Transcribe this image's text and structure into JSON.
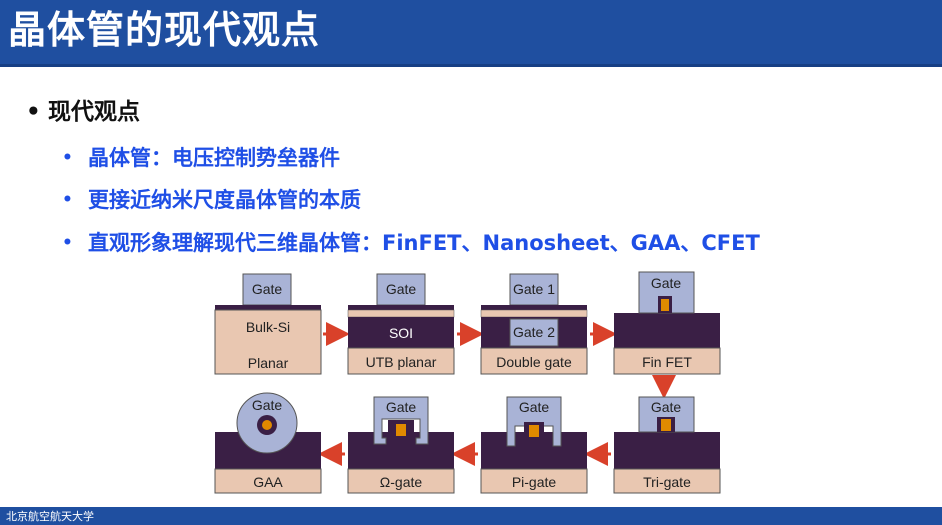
{
  "slide": {
    "title": "晶体管的现代观点",
    "bullet_main": "现代观点",
    "sub_bullets": [
      "晶体管：电压控制势垒器件",
      "更接近纳米尺度晶体管的本质",
      "直观形象理解现代三维晶体管：FinFET、Nanosheet、GAA、CFET"
    ],
    "footer": "北京航空航天大学"
  },
  "diagram": {
    "gate_label": "Gate",
    "planar": {
      "gate": "Gate",
      "body": "Bulk-Si",
      "caption": "Planar"
    },
    "utb": {
      "gate": "Gate",
      "body": "SOI",
      "caption": "UTB planar"
    },
    "double_gate": {
      "gate_top": "Gate 1",
      "gate_bottom": "Gate 2",
      "caption": "Double gate"
    },
    "finfet": {
      "gate": "Gate",
      "caption": "Fin FET"
    },
    "trigate": {
      "gate": "Gate",
      "caption": "Tri-gate"
    },
    "pigate": {
      "gate": "Gate",
      "caption": "Pi-gate"
    },
    "omega": {
      "gate": "Gate",
      "caption": "Ω-gate"
    },
    "gaa": {
      "gate": "Gate",
      "caption": "GAA"
    }
  },
  "colors": {
    "title_bar": "#1f4fa0",
    "sub_bullet_text": "#1f4fe6",
    "gate_fill": "#a9b3d6",
    "substrate": "#3a1f45",
    "caption_fill": "#e9c7b1",
    "channel": "#e08a00",
    "arrow": "#d9412a"
  }
}
